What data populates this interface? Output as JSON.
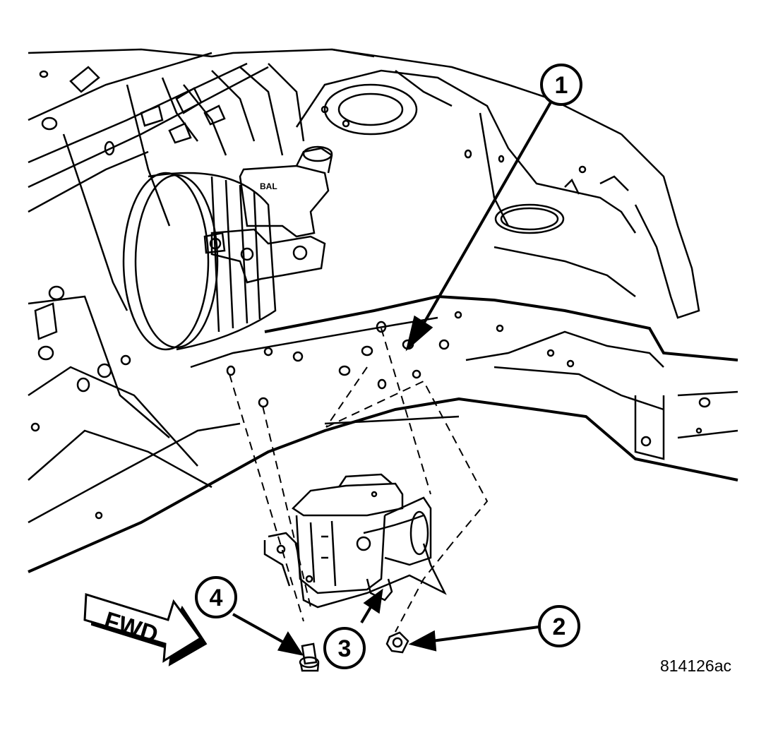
{
  "figure_code": "814126ac",
  "direction_arrow": {
    "label": "FWD"
  },
  "callouts": [
    {
      "number": "1"
    },
    {
      "number": "2"
    },
    {
      "number": "3"
    },
    {
      "number": "4"
    }
  ],
  "reservoir_label": "BAL",
  "colors": {
    "line": "#000000",
    "background": "#ffffff"
  }
}
